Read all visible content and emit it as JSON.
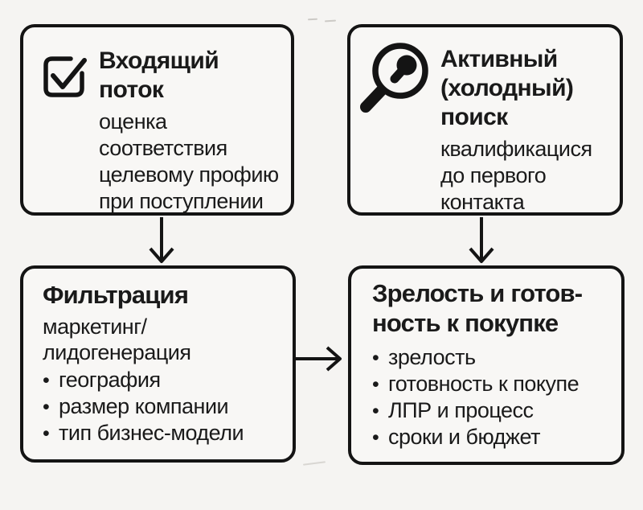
{
  "canvas": {
    "bg": "#f5f4f2",
    "box_fill": "#f8f7f5",
    "line_color": "#141414",
    "text_color": "#1a1a1a",
    "bullet_char": "•"
  },
  "boxes": {
    "inbound": {
      "icon": "checkbox-check-icon",
      "title": "Входящий поток",
      "title_lines": [
        "Входящий",
        "поток"
      ],
      "body_lines": [
        "оценка",
        "соответствия",
        "целевому профию",
        "при поступлении"
      ]
    },
    "active_search": {
      "icon": "magnifier-icon",
      "title": "Активный (холодный) поиск",
      "title_lines": [
        "Активный",
        "(холодный)",
        "поиск"
      ],
      "body_lines": [
        "квалификацися",
        "до первого",
        "контакта"
      ]
    },
    "filtering": {
      "title": "Фильтрация",
      "title_lines": [
        "Фильтрация"
      ],
      "body_lines": [
        "маркетинг/",
        "лидогенерация"
      ],
      "bullets": [
        "география",
        "размер компании",
        "тип бизнес-модели"
      ]
    },
    "maturity": {
      "title": "Зрелость и готовность к покупке",
      "title_lines": [
        "Зрелость и готов-",
        "ность к покупке"
      ],
      "bullets": [
        "зрелость",
        "готовность к покупе",
        "ЛПР и процесс",
        "сроки и бюджет"
      ]
    }
  }
}
